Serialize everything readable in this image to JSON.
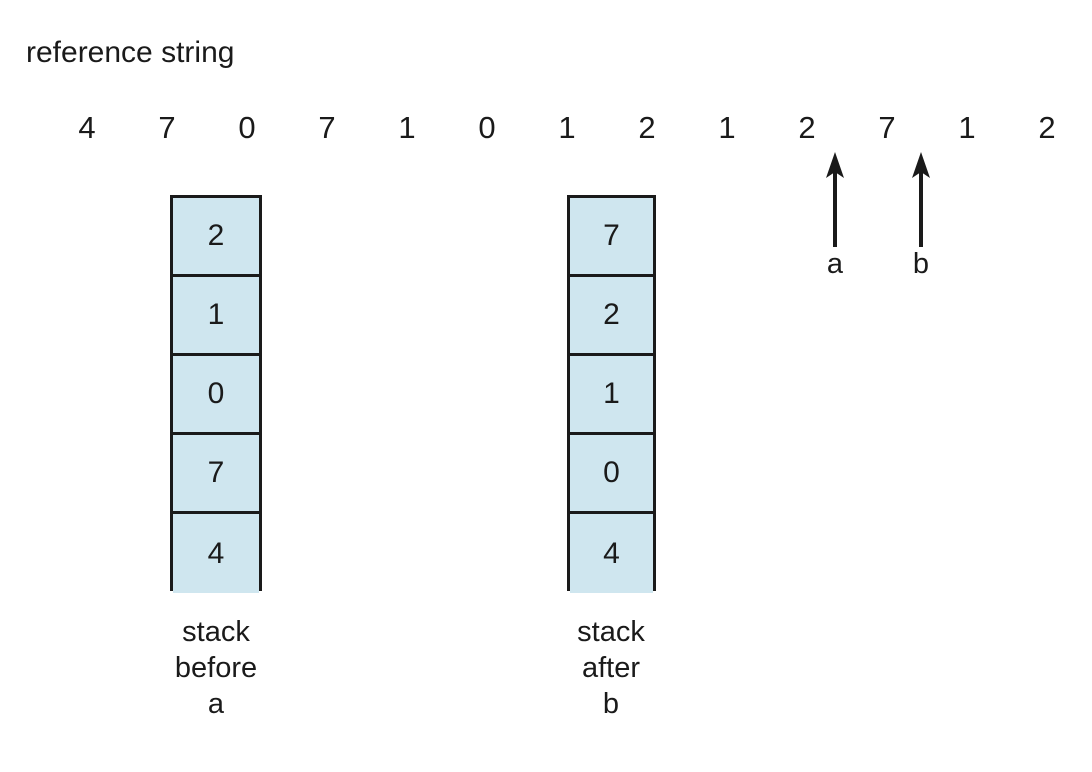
{
  "figure": {
    "title": "reference string",
    "background_color": "#ffffff",
    "ink_color": "#1a1a1a",
    "cell_fill_color": "#cfe6ef"
  },
  "reference_string": {
    "label": "reference string",
    "values": [
      "4",
      "7",
      "0",
      "7",
      "1",
      "0",
      "1",
      "2",
      "1",
      "2",
      "7",
      "1",
      "2"
    ]
  },
  "stacks": [
    {
      "id": "stack-before-a",
      "cells": [
        "2",
        "1",
        "0",
        "7",
        "4"
      ],
      "caption_lines": [
        "stack",
        "before",
        "a"
      ]
    },
    {
      "id": "stack-after-b",
      "cells": [
        "7",
        "2",
        "1",
        "0",
        "4"
      ],
      "caption_lines": [
        "stack",
        "after",
        "b"
      ]
    }
  ],
  "pointers": [
    {
      "id": "pointer-a",
      "label": "a",
      "icon": "arrow-up-icon"
    },
    {
      "id": "pointer-b",
      "label": "b",
      "icon": "arrow-up-icon"
    }
  ]
}
